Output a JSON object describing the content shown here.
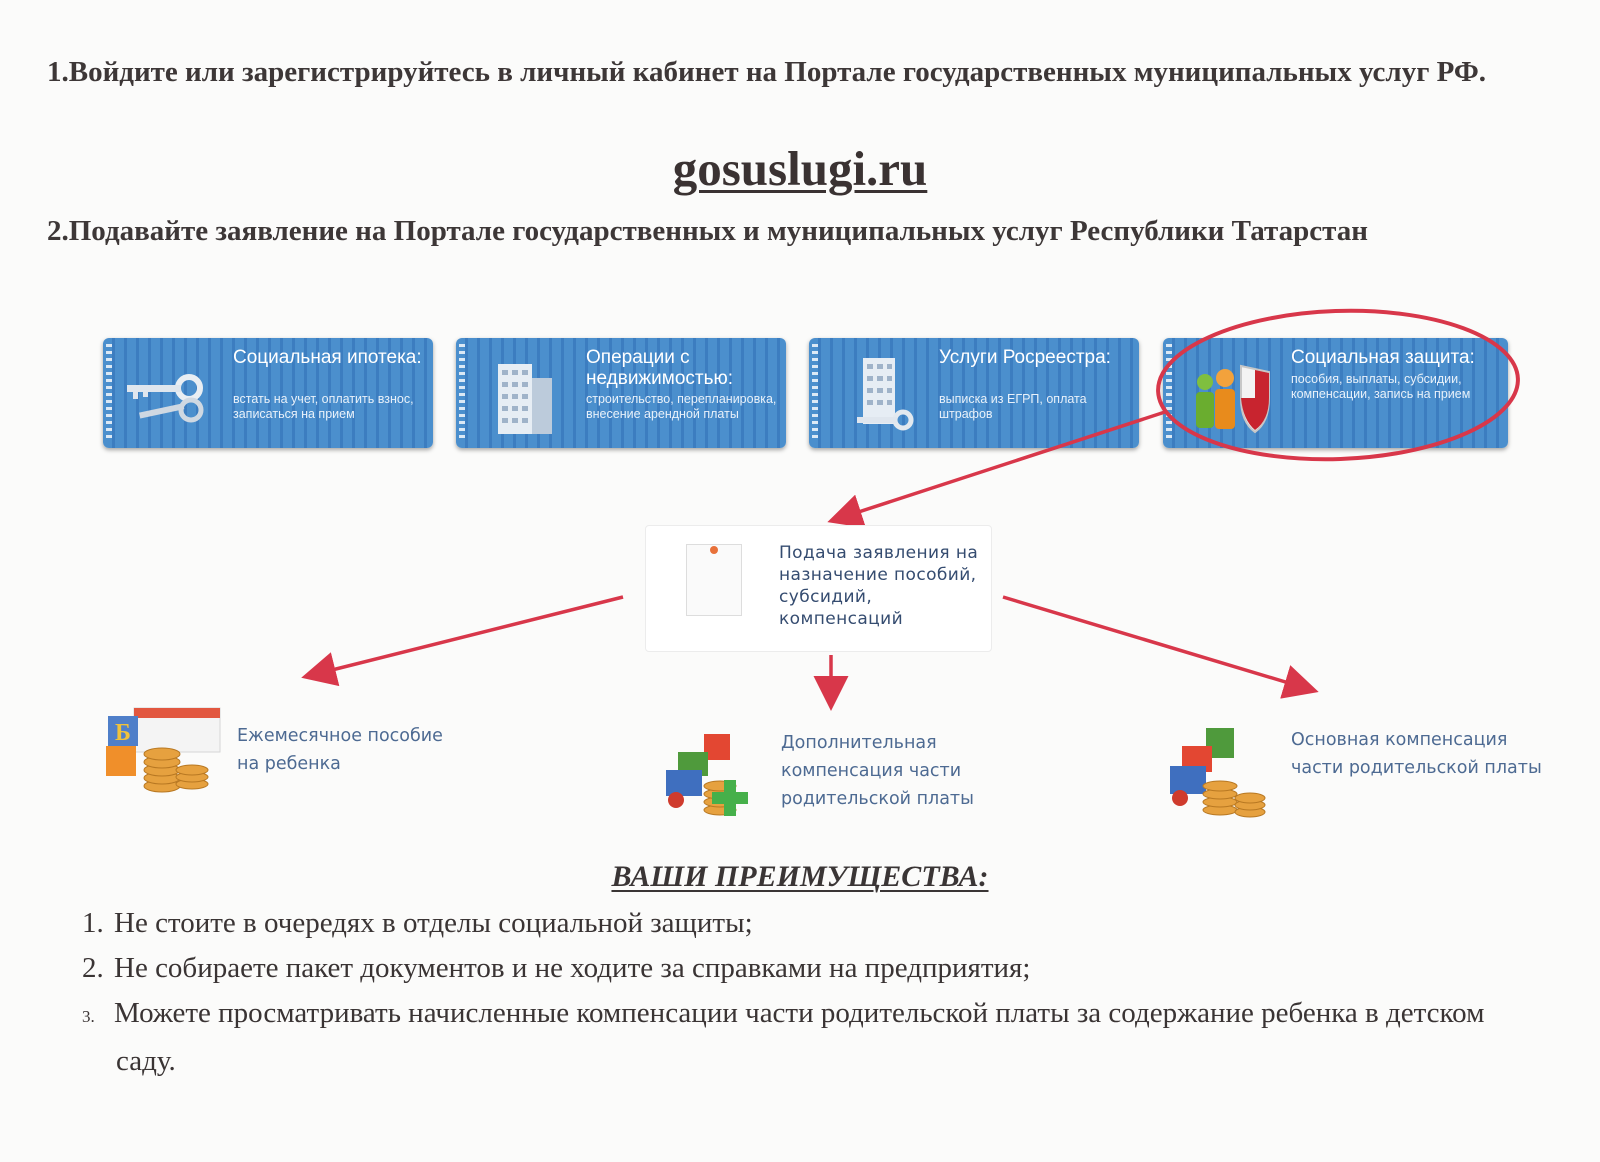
{
  "step1": "1.Войдите или зарегистрируйтесь в личный кабинет на Портале государственных муниципальных услуг РФ.",
  "site": "gosuslugi.ru",
  "step2": "2.Подавайте заявление на Портале государственных и муниципальных услуг Республики Татарстан",
  "tiles": [
    {
      "title": "Социальная ипотека:",
      "subtitle": "встать на учет, оплатить взнос, записаться на прием",
      "icon": "keys-icon"
    },
    {
      "title": "Операции с недвижимостью:",
      "subtitle": "строительство, перепланировка, внесение арендной платы",
      "icon": "building-icon"
    },
    {
      "title": "Услуги Росреестра:",
      "subtitle": "выписка из ЕГРП, оплата штрафов",
      "icon": "building-keys-icon"
    },
    {
      "title": "Социальная защита:",
      "subtitle": "пособия, выплаты, субсидии, компенсации, запись на прием",
      "icon": "family-shield-icon"
    }
  ],
  "center": "Подача заявления на назначение пособий, субсидий, компенсаций",
  "outcomes": [
    {
      "text": "Ежемесячное пособие на ребенка",
      "icon": "coins-blocks-icon"
    },
    {
      "text": "Дополнительная компенсация части родительской платы",
      "icon": "toys-coins-plus-icon"
    },
    {
      "text": "Основная компенсация части родительской платы",
      "icon": "toys-coins-icon"
    }
  ],
  "advantages_title": "ВАШИ ПРЕИМУЩЕСТВА:",
  "advantages": [
    {
      "num": "1.",
      "text": "Не стоите в очередях в отделы социальной защиты;"
    },
    {
      "num": "2.",
      "text": "Не собираете пакет документов и не ходите за справками на предприятия;"
    },
    {
      "num": "3.",
      "text": "Можете просматривать начисленные компенсации части родительской платы за содержание ребенка в детском саду."
    }
  ],
  "colors": {
    "annotation_red": "#d8374a",
    "tile_blue": "#4b8fcd",
    "link_text": "#4d6a92"
  }
}
